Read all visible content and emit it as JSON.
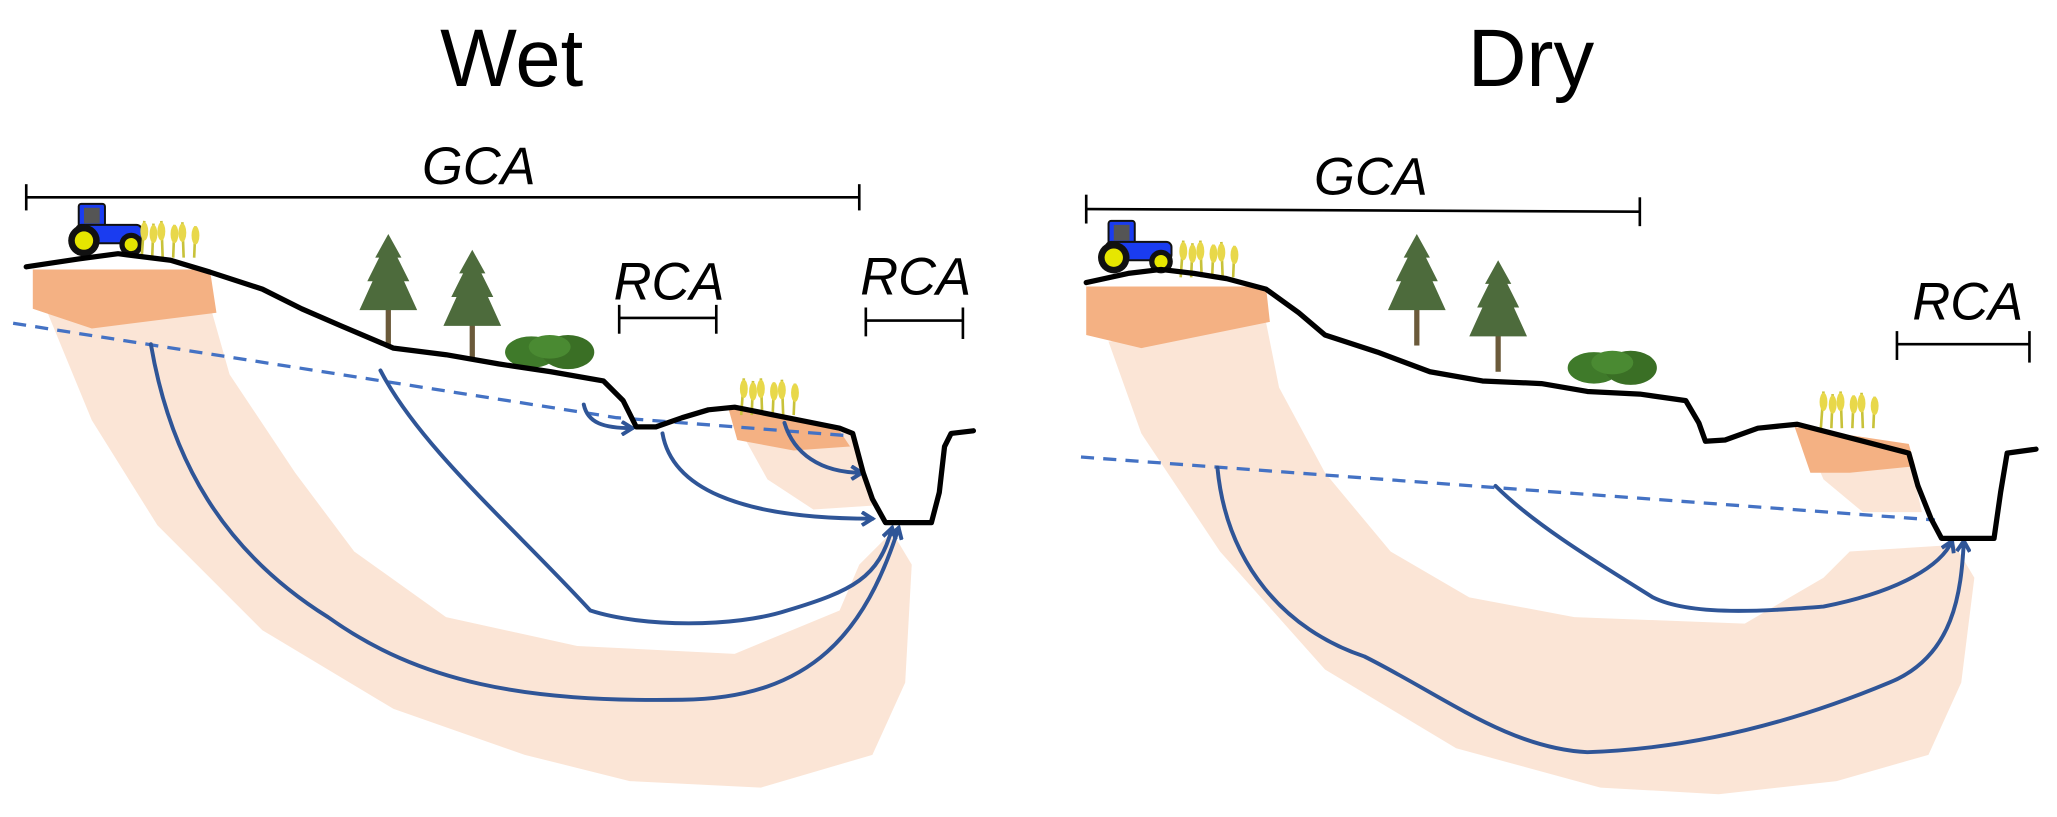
{
  "colors": {
    "soil_dark": "#f4b183",
    "soil_light": "#fbe5d6",
    "flowpath": "#2f5597",
    "water_table": "#4472c4",
    "ground": "#000000",
    "tractor": "#1a3cf0",
    "tree": "#4d6b3c",
    "shrub": "#3f7a2a",
    "crop": "#e8d84a"
  },
  "panels": [
    {
      "title": "Wet",
      "gca_label": "GCA",
      "rca_labels": [
        "RCA",
        "RCA"
      ],
      "icons": [
        "tractor-icon",
        "crop-icon",
        "tree-icon",
        "tree-icon",
        "shrub-icon",
        "crop-icon"
      ]
    },
    {
      "title": "Dry",
      "gca_label": "GCA",
      "rca_labels": [
        "RCA"
      ],
      "icons": [
        "tractor-icon",
        "crop-icon",
        "tree-icon",
        "tree-icon",
        "shrub-icon",
        "crop-icon"
      ]
    }
  ]
}
